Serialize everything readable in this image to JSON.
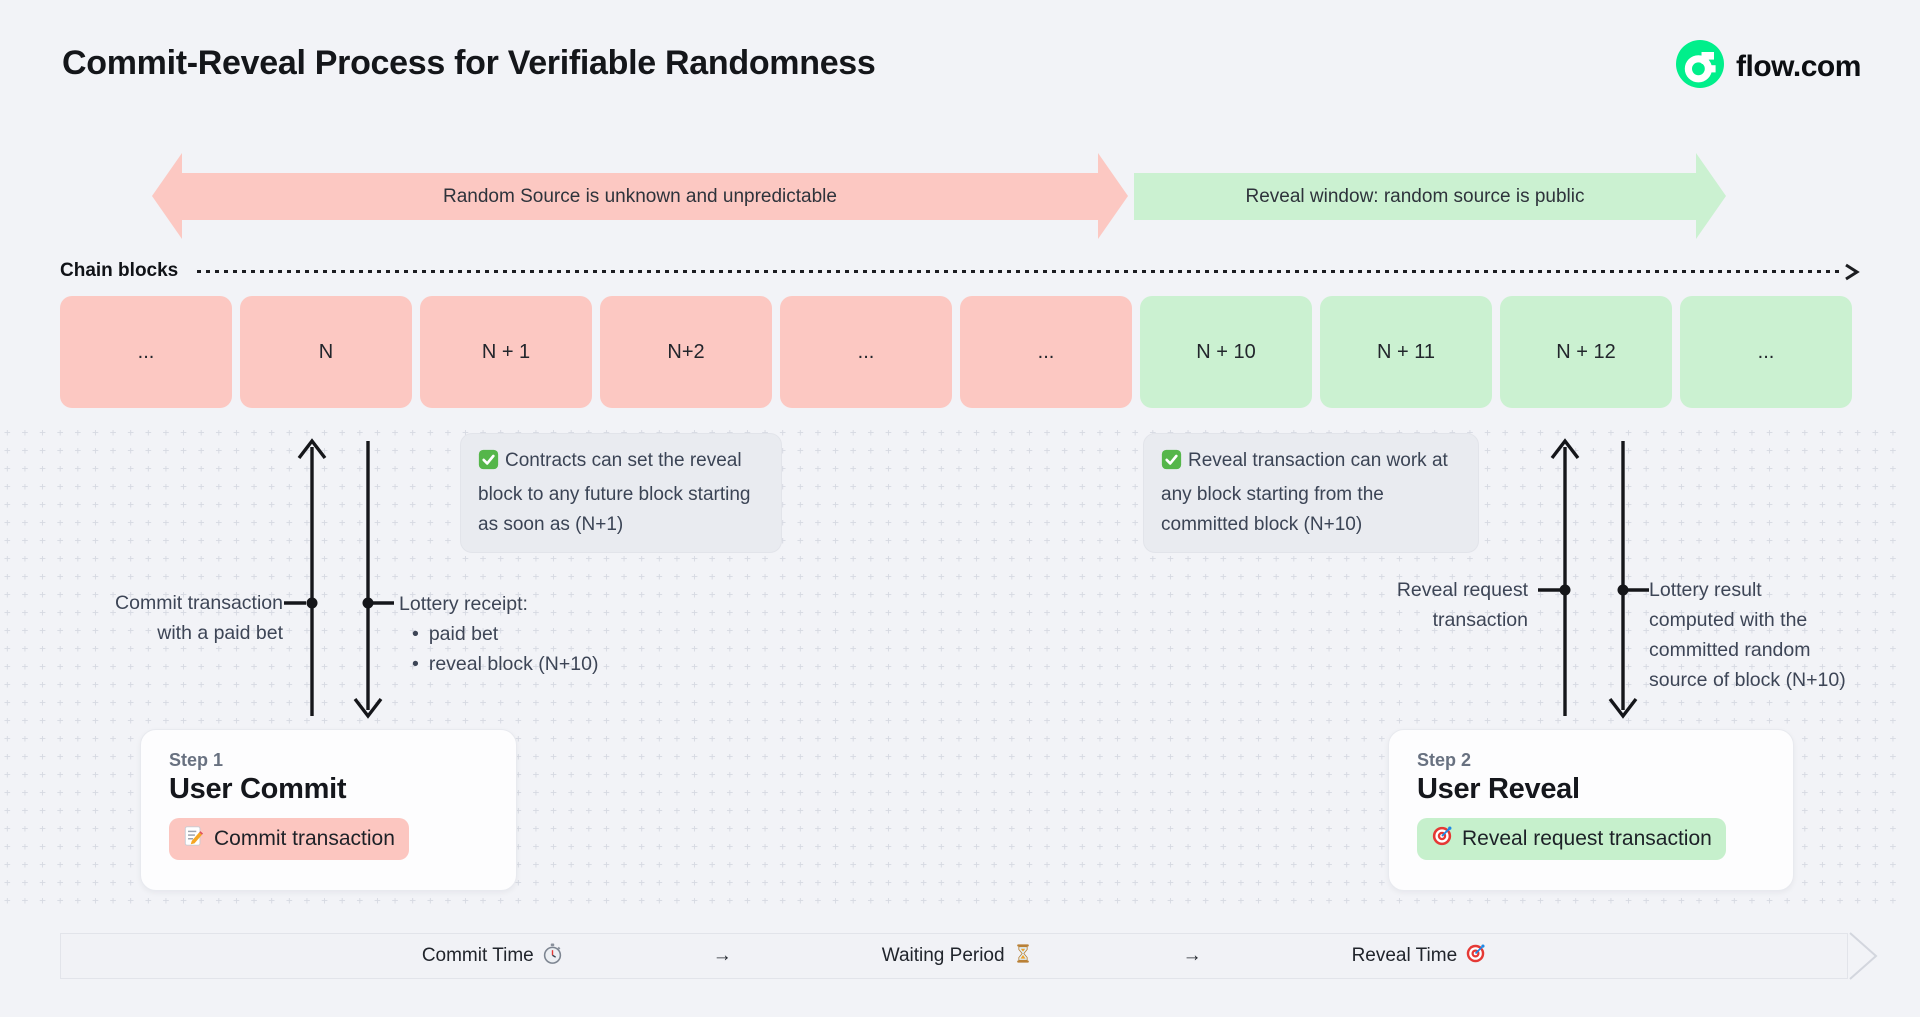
{
  "title": "Commit-Reveal Process for Verifiable Randomness",
  "brand": {
    "name": "flow.com",
    "color": "#00ef8b"
  },
  "phase_arrows": {
    "unknown": {
      "label": "Random Source is unknown and unpredictable",
      "color": "#fcc8c2"
    },
    "reveal": {
      "label": "Reveal window: random source is public",
      "color": "#cbf1d1"
    }
  },
  "chain": {
    "label": "Chain blocks",
    "blocks": [
      {
        "label": "...",
        "tone": "pink"
      },
      {
        "label": "N",
        "tone": "pink"
      },
      {
        "label": "N + 1",
        "tone": "pink"
      },
      {
        "label": "N+2",
        "tone": "pink"
      },
      {
        "label": "...",
        "tone": "pink"
      },
      {
        "label": "...",
        "tone": "pink"
      },
      {
        "label": "N + 10",
        "tone": "green"
      },
      {
        "label": "N + 11",
        "tone": "green"
      },
      {
        "label": "N + 12",
        "tone": "green"
      },
      {
        "label": "...",
        "tone": "green"
      }
    ]
  },
  "notes": {
    "commit": {
      "icon": "check",
      "text": "Contracts can set the reveal block to any future block starting as soon as (N+1)"
    },
    "reveal": {
      "icon": "check",
      "text": "Reveal transaction can work at any block starting from the committed block (N+10)"
    }
  },
  "annotations": {
    "commit_tx": {
      "line1": "Commit transaction",
      "line2": "with a paid bet"
    },
    "lottery_receipt": {
      "title": "Lottery receipt:",
      "bullets": [
        "paid bet",
        "reveal block (N+10)"
      ]
    },
    "reveal_request": {
      "line1": "Reveal request",
      "line2": "transaction"
    },
    "lottery_result": {
      "line1": "Lottery result",
      "line2": "computed with the",
      "line3": "committed random",
      "line4": "source of block (N+10)"
    }
  },
  "steps": [
    {
      "label": "Step 1",
      "title": "User Commit",
      "badge": "Commit transaction",
      "icon": "memo",
      "tone": "pink"
    },
    {
      "label": "Step 2",
      "title": "User Reveal",
      "badge": "Reveal request transaction",
      "icon": "target",
      "tone": "green"
    }
  ],
  "timeline": {
    "items": [
      {
        "label": "Commit Time",
        "icon": "stopwatch"
      },
      {
        "label": "→"
      },
      {
        "label": "Waiting Period",
        "icon": "hourglass"
      },
      {
        "label": "→"
      },
      {
        "label": "Reveal Time",
        "icon": "target"
      }
    ]
  },
  "colors": {
    "pink": "#fcc8c2",
    "green": "#cbf1d1",
    "note_bg": "#e9ebf0",
    "page_bg": "#f2f3f7"
  }
}
